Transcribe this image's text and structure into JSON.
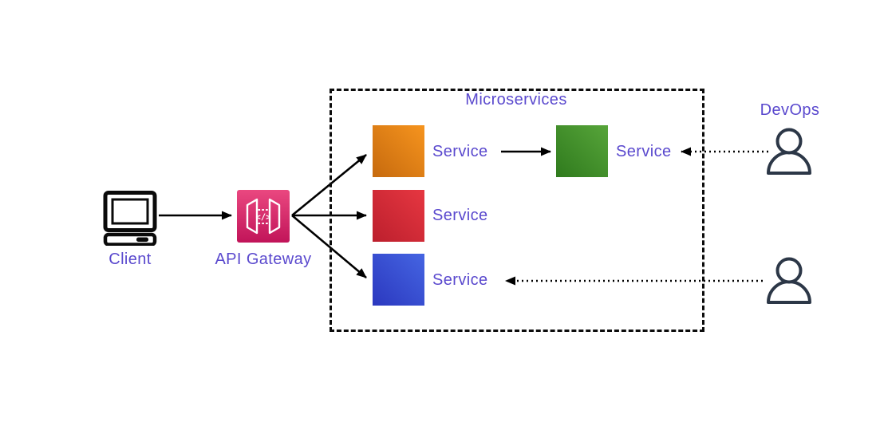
{
  "canvas": {
    "background": "#ffffff"
  },
  "palette": {
    "label_text": "#5A49CE",
    "arrow": "#000000",
    "group_border": "#0c0c0c",
    "person_outline": "#2C3747",
    "client_icon": "#0a0a0a"
  },
  "client": {
    "label": "Client"
  },
  "api_gateway": {
    "label": "API Gateway",
    "icon_glyph": "</>",
    "gradient": {
      "light": "#EA4880",
      "dark": "#C11459"
    }
  },
  "microservices_group": {
    "title": "Microservices"
  },
  "services": [
    {
      "name": "service-orange",
      "label": "Service",
      "gradient": {
        "light": "#F6941E",
        "dark": "#C66A0E"
      }
    },
    {
      "name": "service-green",
      "label": "Service",
      "gradient": {
        "light": "#57A53A",
        "dark": "#2F7A1D"
      }
    },
    {
      "name": "service-red",
      "label": "Service",
      "gradient": {
        "light": "#E63741",
        "dark": "#BC1F2D"
      }
    },
    {
      "name": "service-blue",
      "label": "Service",
      "gradient": {
        "light": "#4565E2",
        "dark": "#2B38BF"
      }
    }
  ],
  "devops": {
    "label": "DevOps"
  },
  "edges": [
    {
      "from": "client",
      "to": "api-gateway",
      "style": "solid"
    },
    {
      "from": "api-gateway",
      "to": "service-orange",
      "style": "solid"
    },
    {
      "from": "api-gateway",
      "to": "service-red",
      "style": "solid"
    },
    {
      "from": "api-gateway",
      "to": "service-blue",
      "style": "solid"
    },
    {
      "from": "service-orange",
      "to": "service-green",
      "style": "solid"
    },
    {
      "from": "devops-person-top",
      "to": "service-green",
      "style": "dotted"
    },
    {
      "from": "devops-person-bottom",
      "to": "service-blue",
      "style": "dotted"
    }
  ]
}
